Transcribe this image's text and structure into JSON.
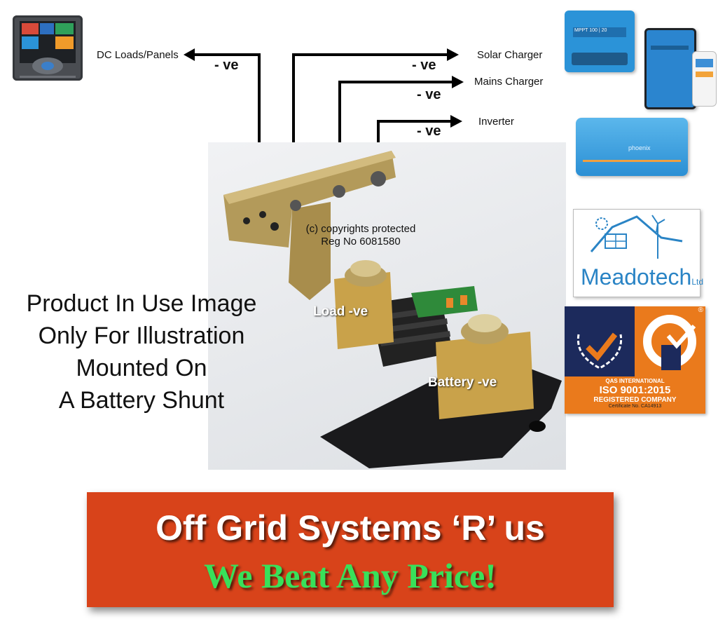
{
  "diagram": {
    "labels": {
      "dc_loads": "DC Loads/Panels",
      "solar": "Solar Charger",
      "mains": "Mains Charger",
      "inverter": "Inverter"
    },
    "neg": "- ve"
  },
  "photo": {
    "copyright_line1": "(c) copyrights protected",
    "copyright_line2": "Reg No 6081580",
    "load_label": "Load -ve",
    "battery_label": "Battery -ve"
  },
  "illustration_note": {
    "line1": "Product In Use Image",
    "line2": "Only For Illustration",
    "line3": "Mounted On",
    "line4": "A Battery Shunt"
  },
  "products": {
    "solar_model": "MPPT 100 | 20",
    "inverter_brand": "phoenix"
  },
  "meadotech": {
    "name": "Meadotech",
    "suffix": "Ltd"
  },
  "qas": {
    "line1": "QAS INTERNATIONAL",
    "line2": "ISO 9001:2015",
    "line3": "REGISTERED COMPANY",
    "line4": "Certificate No. CA14913",
    "registered_mark": "®"
  },
  "banner": {
    "title": "Off Grid Systems ‘R’ us",
    "subtitle": "We Beat Any Price!"
  },
  "colors": {
    "banner_bg": "#d8431a",
    "banner_sub": "#38e05a",
    "victron_blue": "#2b93d8",
    "qas_navy": "#1c2a5c",
    "qas_orange": "#ea7a1c",
    "meadotech_blue": "#2a84c5"
  }
}
